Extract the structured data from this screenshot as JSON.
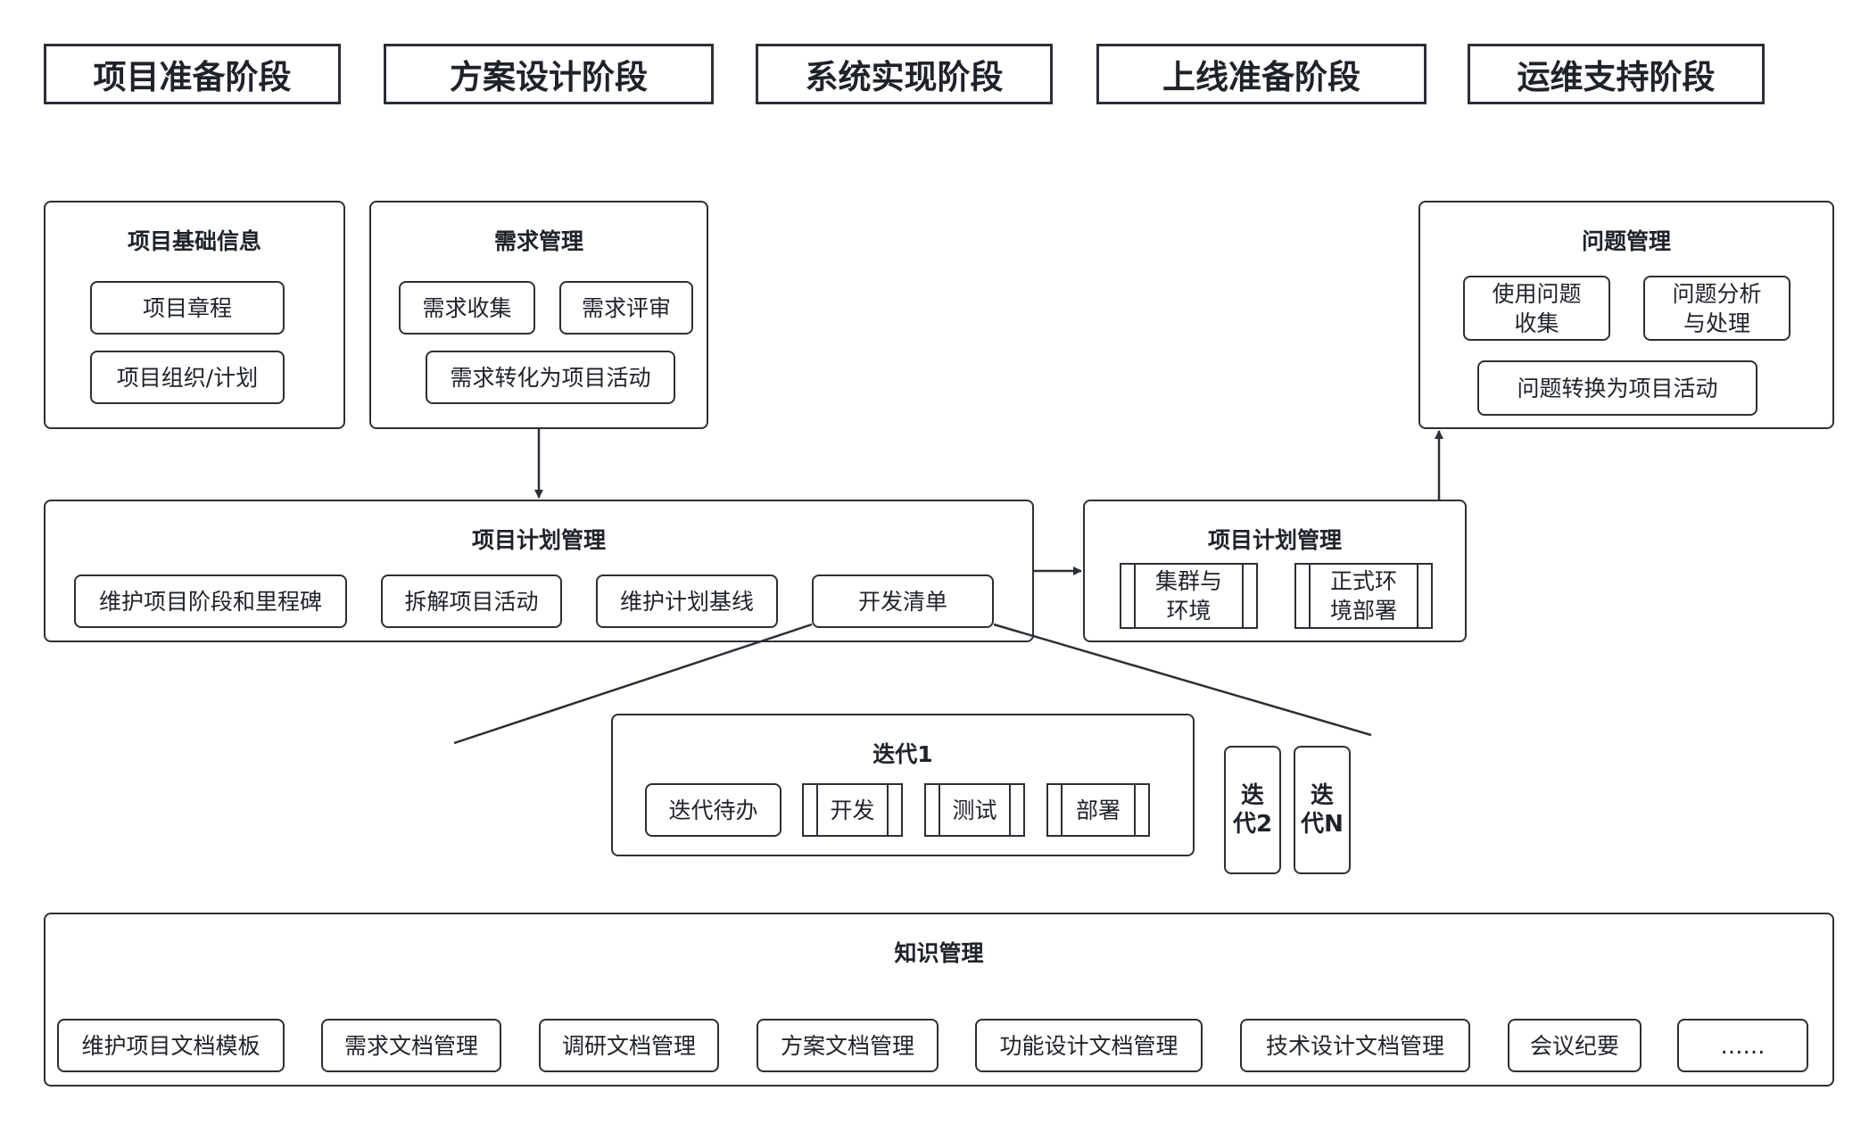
{
  "stages": [
    "项目准备阶段",
    "方案设计阶段",
    "系统实现阶段",
    "上线准备阶段",
    "运维支持阶段"
  ],
  "basic_info": {
    "title": "项目基础信息",
    "items": [
      "项目章程",
      "项目组织/计划"
    ]
  },
  "requirements": {
    "title": "需求管理",
    "items": [
      "需求收集",
      "需求评审",
      "需求转化为项目活动"
    ]
  },
  "issues": {
    "title": "问题管理",
    "items": [
      "使用问题收集",
      "问题分析与处理",
      "问题转换为项目活动"
    ]
  },
  "plan": {
    "title": "项目计划管理",
    "items": [
      "维护项目阶段和里程碑",
      "拆解项目活动",
      "维护计划基线",
      "开发清单"
    ]
  },
  "deploy": {
    "title": "项目计划管理",
    "items": [
      "集群与环境",
      "正式环境部署"
    ]
  },
  "iteration1": {
    "title": "迭代1",
    "items": [
      "迭代待办",
      "开发",
      "测试",
      "部署"
    ]
  },
  "iterations_more": [
    "迭代2",
    "迭代N"
  ],
  "knowledge": {
    "title": "知识管理",
    "items": [
      "维护项目文档模板",
      "需求文档管理",
      "调研文档管理",
      "方案文档管理",
      "功能设计文档管理",
      "技术设计文档管理",
      "会议纪要",
      "……"
    ]
  }
}
